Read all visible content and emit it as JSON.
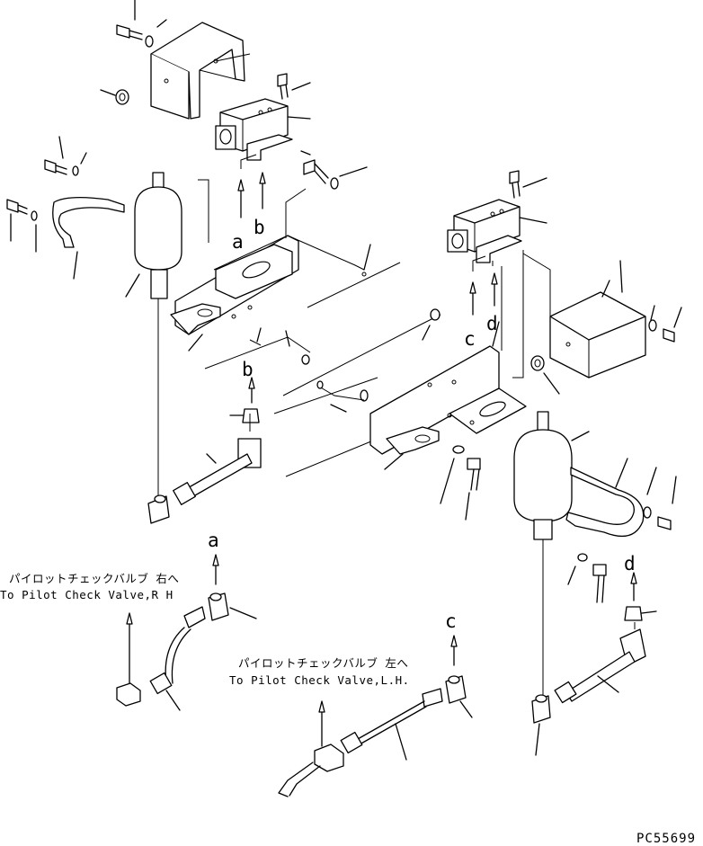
{
  "labels": {
    "a_top": "a",
    "b_top": "b",
    "c_top": "c",
    "d_top": "d",
    "b_mid": "b",
    "a_low": "a",
    "c_low": "c",
    "d_low": "d"
  },
  "notes": {
    "right_jp": "パイロットチェックバルブ 右へ",
    "right_en": "To Pilot Check Valve,R H",
    "left_jp": "パイロットチェックバルブ 左へ",
    "left_en": "To Pilot Check Valve,L.H."
  },
  "drawing_code": "PC55699"
}
